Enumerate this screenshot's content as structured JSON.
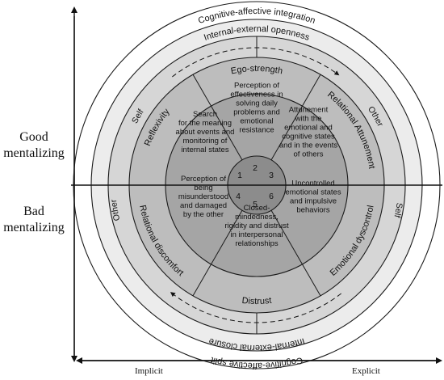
{
  "side_labels": {
    "good": [
      "Good",
      "mentalizing"
    ],
    "bad": [
      "Bad",
      "mentalizing"
    ]
  },
  "axis": {
    "left": "Implicit",
    "right": "Explicit"
  },
  "rings": {
    "outer_top": "Cognitive-affective integration",
    "outer_bottom": "Cognitive-affective split",
    "second_top": "Internal-external openness",
    "second_bottom": "Internal-external closure",
    "self_top": "Self",
    "other_top": "Other",
    "other_bottom": "Other",
    "self_bottom": "Self"
  },
  "sectors": [
    {
      "id": "2",
      "dimension": "Ego-strength",
      "text": [
        "Perception of",
        "effectiveness in",
        "solving daily",
        "problems and",
        "emotional",
        "resistance"
      ]
    },
    {
      "id": "3",
      "dimension": "Relational Attunement",
      "text": [
        "Attunement",
        "with the",
        "emotional and",
        "cognitive states",
        "and in the events",
        "of others"
      ]
    },
    {
      "id": "6",
      "dimension": "Emotional dyscontrol",
      "text": [
        "Uncontrolled",
        "emotional states",
        "and impulsive",
        "behaviors"
      ]
    },
    {
      "id": "5",
      "dimension": "Distrust",
      "text": [
        "Closed-",
        "mindedness,",
        "rigidity and distrust",
        "in interpersonal",
        "relationships"
      ]
    },
    {
      "id": "4",
      "dimension": "Relational discomfort",
      "text": [
        "Perception of",
        "being",
        "misunderstood",
        "and damaged",
        "by the other"
      ]
    },
    {
      "id": "1",
      "dimension": "Reflexivity",
      "text": [
        "Search",
        "for the meaning",
        "about events and",
        "monitoring of",
        "internal states"
      ]
    }
  ],
  "colors": {
    "outer": "#ffffff",
    "ring2": "#ececec",
    "ring3": "#d6d6d6",
    "ring4": "#bdbdbd",
    "ring5": "#a5a5a5",
    "center": "#8c8c8c",
    "line": "#1a1a1a"
  }
}
